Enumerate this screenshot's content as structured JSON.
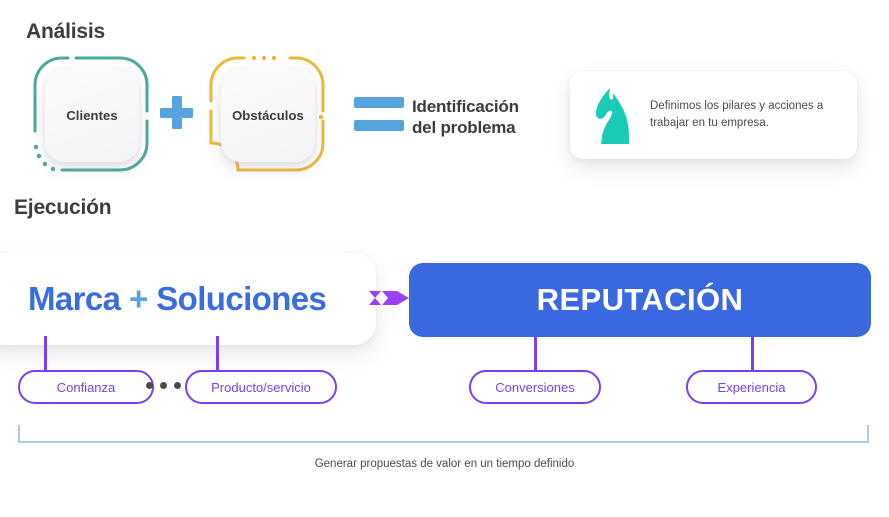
{
  "sections": {
    "analysis": {
      "heading": "Análisis",
      "cards": [
        {
          "label": "Clientes",
          "outline_color": "#4aa99c",
          "icon": "rounded-square-outline"
        },
        {
          "label": "Obstáculos",
          "outline_color": "#edb83a",
          "icon": "rounded-square-outline"
        }
      ],
      "plus_symbol": "+",
      "plus_color": "#56a3dd",
      "equals_symbol": "=",
      "equals_color": "#56a3dd",
      "result_label": "Identificación del problema",
      "result_label_line1": "Identificación",
      "result_label_line2": "del problema",
      "note": {
        "icon": "chess-knight-icon",
        "icon_color": "#17cbb4",
        "text": "Definimos los pilares y acciones a trabajar en tu empresa."
      }
    },
    "execution": {
      "heading": "Ejecución",
      "input_card": {
        "word1": "Marca",
        "plus": "+",
        "word2": "Soluciones",
        "word_color": "#3a6ee0",
        "plus_color": "#5ba0e3"
      },
      "arrow": {
        "icon": "arrow-right-icon",
        "color": "#9b41f0"
      },
      "output_card": {
        "label": "REPUTACIÓN",
        "background": "#3a68df",
        "text_color": "#ffffff"
      },
      "pills": [
        {
          "label": "Confianza",
          "color": "#7b3ff0"
        },
        {
          "label": "Producto/servicio",
          "color": "#7b3ff0"
        },
        {
          "label": "Conversiones",
          "color": "#7b3ff0"
        },
        {
          "label": "Experiencia",
          "color": "#7b3ff0"
        }
      ],
      "separator_dots": 3
    },
    "footer": {
      "caption": "Generar propuestas de valor en un tiempo definido",
      "bracket_color": "#adccdf"
    }
  }
}
